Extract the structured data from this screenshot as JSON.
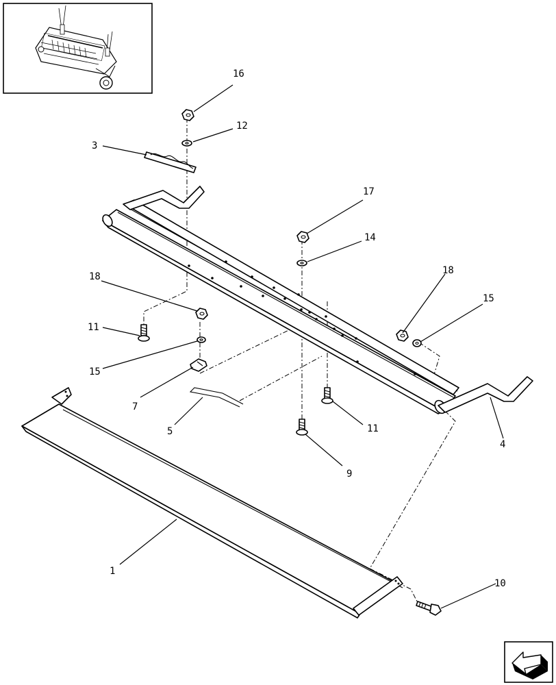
{
  "diagram": {
    "callouts": [
      {
        "id": "c16",
        "label": "16"
      },
      {
        "id": "c12",
        "label": "12"
      },
      {
        "id": "c3",
        "label": "3"
      },
      {
        "id": "c17",
        "label": "17"
      },
      {
        "id": "c14",
        "label": "14"
      },
      {
        "id": "c18a",
        "label": "18"
      },
      {
        "id": "c18b",
        "label": "18"
      },
      {
        "id": "c15a",
        "label": "15"
      },
      {
        "id": "c15b",
        "label": "15"
      },
      {
        "id": "c11a",
        "label": "11"
      },
      {
        "id": "c11b",
        "label": "11"
      },
      {
        "id": "c7",
        "label": "7"
      },
      {
        "id": "c5",
        "label": "5"
      },
      {
        "id": "c9",
        "label": "9"
      },
      {
        "id": "c4",
        "label": "4"
      },
      {
        "id": "c1",
        "label": "1"
      },
      {
        "id": "c10",
        "label": "10"
      }
    ],
    "thumbnail_icon": "machine-overview-icon",
    "nav_icon": "next-page-arrow-icon"
  }
}
